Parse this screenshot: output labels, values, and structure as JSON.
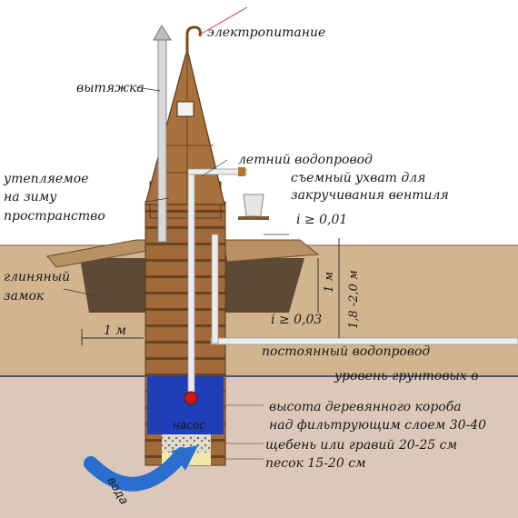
{
  "labels": {
    "electric_supply": "электропитание",
    "exhaust": "вытяжка",
    "insulated_line1": "утепляемое",
    "insulated_line2": "на зиму",
    "insulated_line3": "пространство",
    "summer_pipe": "летний водопровод",
    "removable_grip_line1": "съемный ухват для",
    "removable_grip_line2": "закручивания вентиля",
    "slope_top": "i ≥ 0,01",
    "clay_line1": "глиняный",
    "clay_line2": "замок",
    "dim_1m_vertical": "1 м",
    "dim_depth": "1,8 -2,0 м",
    "slope_bottom": "i ≥ 0,03",
    "dim_1m_horizontal": "1 м",
    "permanent_pipe": "постоянный водопровод",
    "groundwater_level": "уровень грунтовых в",
    "box_height_line1": "высота деревянного короба",
    "box_height_line2": "над фильтрующим  слоем 30-40",
    "gravel": "щебень или гравий 20-25 см",
    "sand": "песок 15-20 см",
    "pump": "насос",
    "water": "вода"
  },
  "colors": {
    "soil": "#d2b58f",
    "ground_water": "#dcc8b8",
    "wood": "#a06a3a",
    "clay": "#5c4a36",
    "water": "#1f3fb8",
    "pipe": "#e8e8e8",
    "pump": "#c81818"
  }
}
